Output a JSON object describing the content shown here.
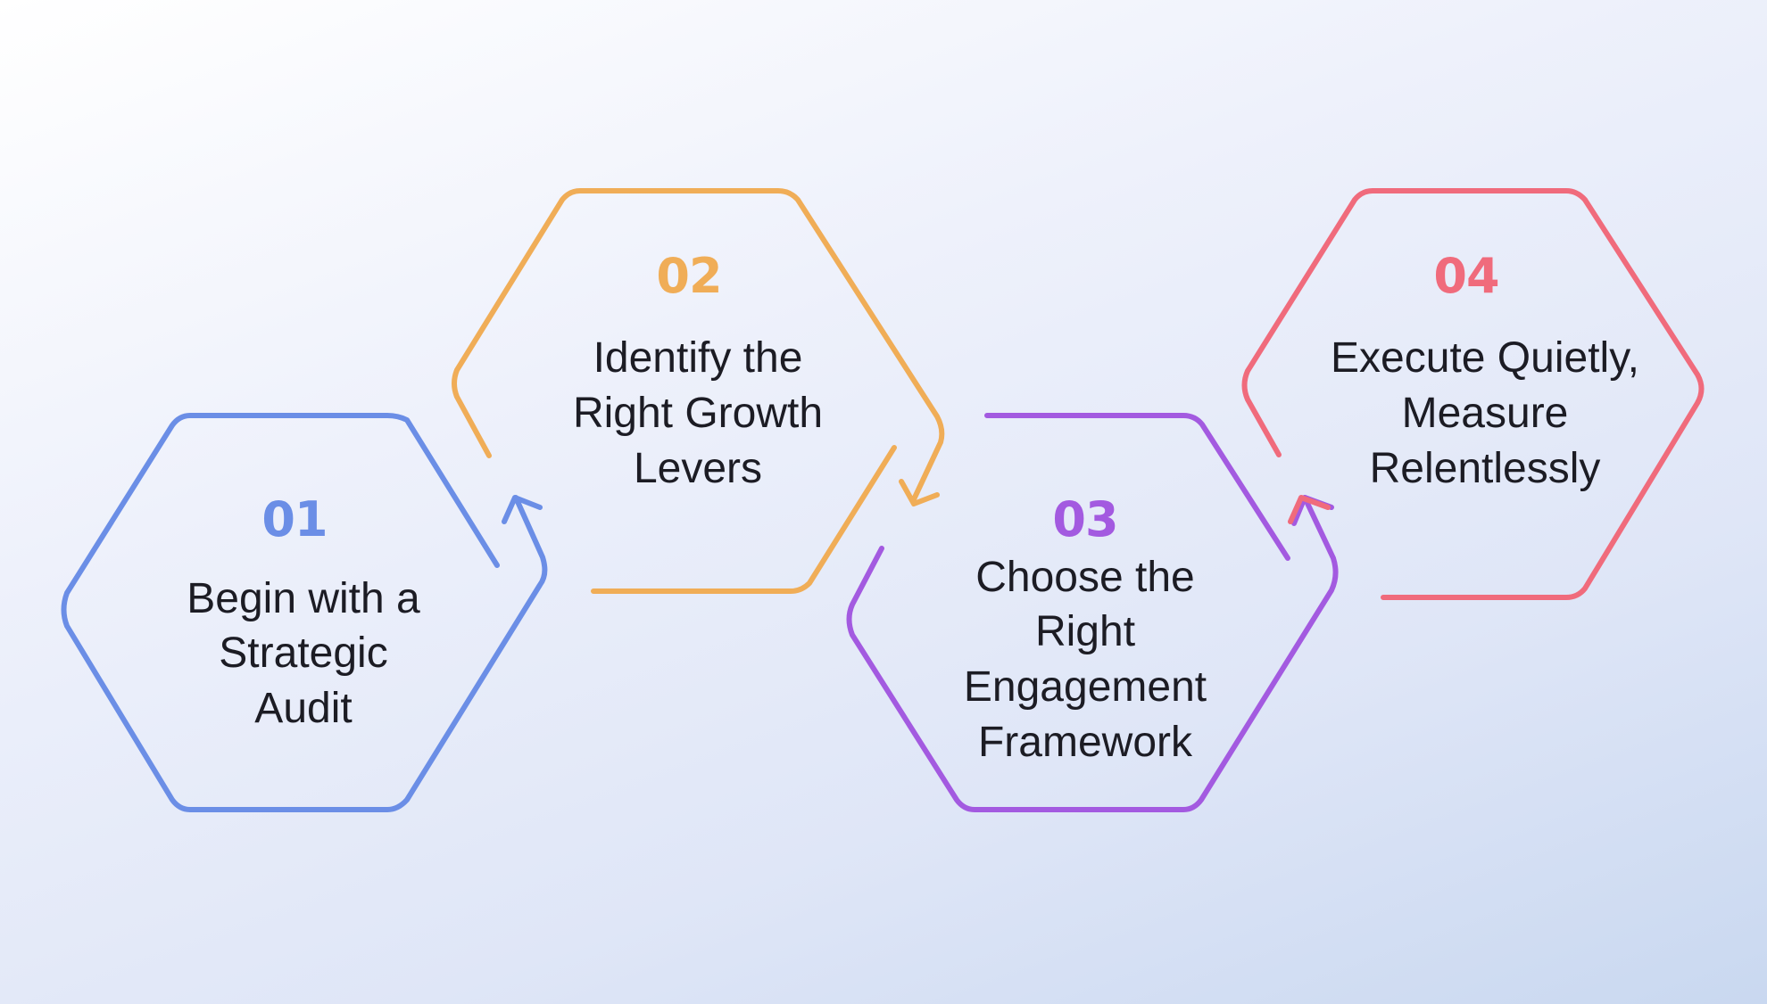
{
  "colors": {
    "background_start": "#ffffff",
    "background_end": "#c9d8f0",
    "text": "#1c1c24"
  },
  "steps": [
    {
      "number": "01",
      "color": "#6b8ee6",
      "lines": [
        "Begin with a",
        "Strategic",
        "Audit"
      ]
    },
    {
      "number": "02",
      "color": "#f0ad57",
      "lines": [
        "Identify the",
        "Right Growth",
        "Levers"
      ]
    },
    {
      "number": "03",
      "color": "#a35ae0",
      "lines": [
        "Choose the",
        "Right",
        "Engagement",
        "Framework"
      ]
    },
    {
      "number": "04",
      "color": "#f06b7c",
      "lines": [
        "Execute Quietly,",
        "Measure",
        "Relentlessly"
      ]
    }
  ]
}
